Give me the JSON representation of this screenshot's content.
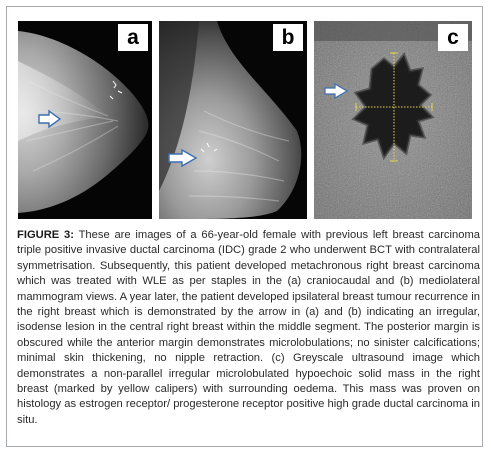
{
  "figure": {
    "panels": [
      {
        "id": "a",
        "label": "a",
        "modality": "mammogram craniocaudal view"
      },
      {
        "id": "b",
        "label": "b",
        "modality": "mammogram mediolateral view"
      },
      {
        "id": "c",
        "label": "c",
        "modality": "greyscale ultrasound with yellow calipers"
      }
    ],
    "caption": {
      "number": "FIGURE 3:",
      "text": " These are images of a 66-year-old female with previous left breast carcinoma triple positive invasive ductal carcinoma (IDC) grade 2 who underwent BCT with contralateral symmetrisation. Subsequently, this patient developed metachronous right breast carcinoma which was treated with WLE as per staples in the (a) craniocaudal and (b) mediolateral mammogram views. A year later, the patient developed ipsilateral breast tumour recurrence in the right breast which is demonstrated by the arrow in (a) and (b) indicating an irregular, isodense lesion in the central right breast within the middle segment. The posterior margin is obscured while the anterior margin demonstrates microlobulations; no sinister calcifications; minimal skin thickening, no nipple retraction. (c) Greyscale ultrasound image which demonstrates a non-parallel irregular microlobulated hypoechoic solid mass in the right breast (marked by yellow calipers) with surrounding oedema. This mass was proven on histology as estrogen receptor/ progesterone receptor positive high grade ductal carcinoma in situ."
    },
    "colors": {
      "frame_border": "#a8aab7",
      "caliper": "#e8d84a",
      "arrow": "#ffffff"
    }
  }
}
